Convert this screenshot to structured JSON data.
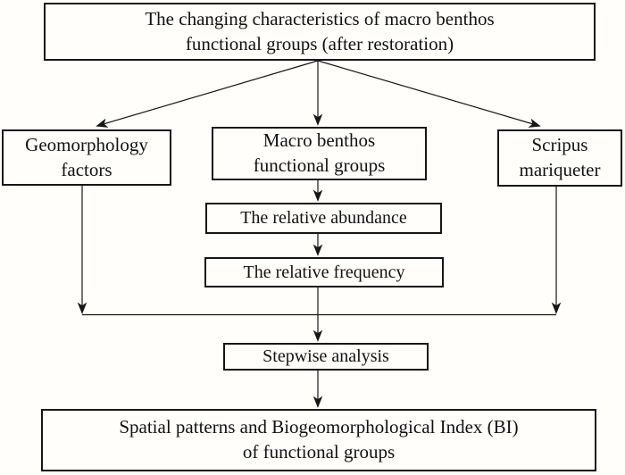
{
  "diagram": {
    "title": "Macro benthos functional groups flowchart",
    "colors": {
      "background": "#fffefa",
      "line": "#161616",
      "box_border": "#161616",
      "text": "#121212"
    },
    "nodes": {
      "source": "The changing characteristics of macro benthos\nfunctional groups (after restoration)",
      "geomorphology": "Geomorphology\nfactors",
      "macro_benthos": "Macro benthos\nfunctional groups",
      "scripus": "Scripus\nmariqueter",
      "abundance": "The relative abundance",
      "frequency": "The relative frequency",
      "stepwise": "Stepwise analysis",
      "result": "Spatial patterns and Biogeomorphological Index (BI)\nof functional groups"
    }
  }
}
